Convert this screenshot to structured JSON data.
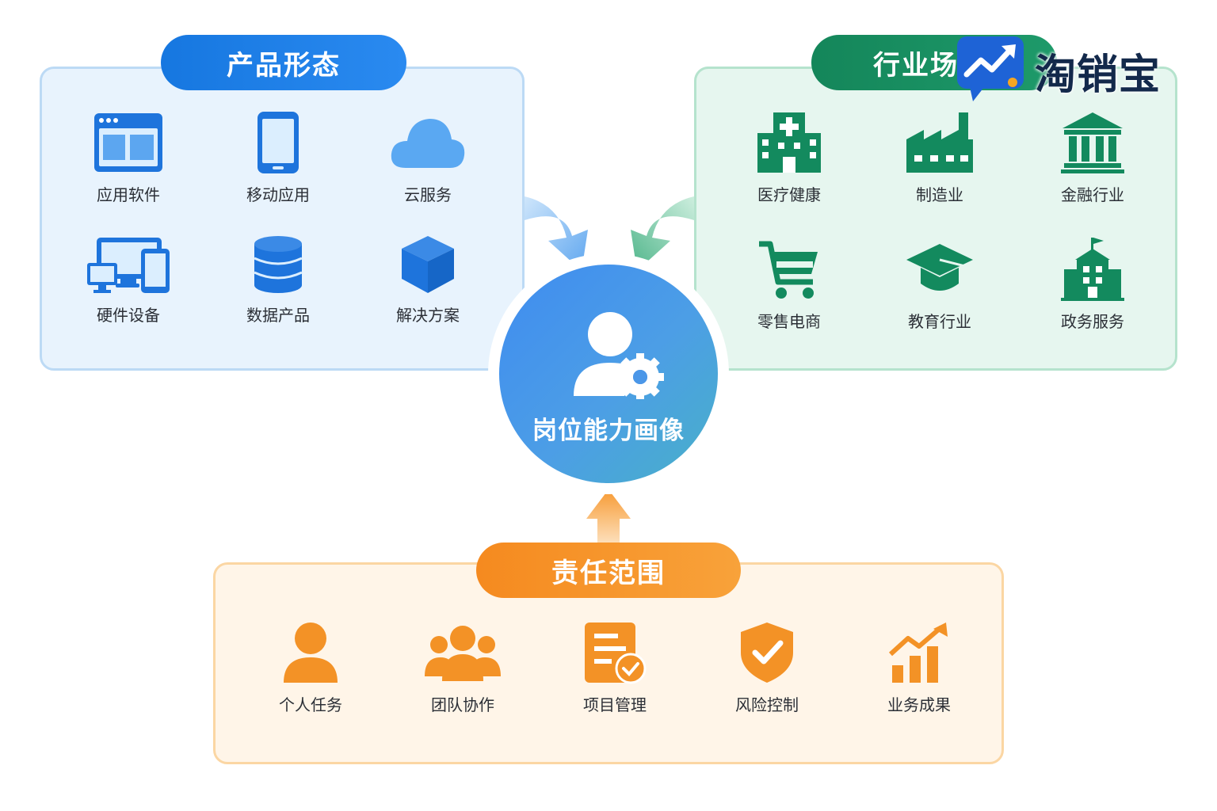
{
  "product": {
    "title": "产品形态",
    "items": [
      {
        "label": "应用软件",
        "icon": "app-window-icon"
      },
      {
        "label": "移动应用",
        "icon": "smartphone-icon"
      },
      {
        "label": "云服务",
        "icon": "cloud-icon"
      },
      {
        "label": "硬件设备",
        "icon": "devices-icon"
      },
      {
        "label": "数据产品",
        "icon": "database-icon"
      },
      {
        "label": "解决方案",
        "icon": "cube-icon"
      }
    ]
  },
  "industry": {
    "title": "行业场景",
    "items": [
      {
        "label": "医疗健康",
        "icon": "hospital-icon"
      },
      {
        "label": "制造业",
        "icon": "factory-icon"
      },
      {
        "label": "金融行业",
        "icon": "bank-icon"
      },
      {
        "label": "零售电商",
        "icon": "cart-icon"
      },
      {
        "label": "教育行业",
        "icon": "graduation-cap-icon"
      },
      {
        "label": "政务服务",
        "icon": "government-building-icon"
      }
    ]
  },
  "center": {
    "label": "岗位能力画像",
    "icon": "user-gear-icon"
  },
  "responsibility": {
    "title": "责任范围",
    "items": [
      {
        "label": "个人任务",
        "icon": "person-icon"
      },
      {
        "label": "团队协作",
        "icon": "team-icon"
      },
      {
        "label": "项目管理",
        "icon": "checklist-icon"
      },
      {
        "label": "风险控制",
        "icon": "shield-check-icon"
      },
      {
        "label": "业务成果",
        "icon": "growth-chart-icon"
      }
    ]
  },
  "brand": {
    "name": "淘销宝",
    "icon": "trend-chat-icon"
  },
  "colors": {
    "blue": "#1677e0",
    "green": "#14865a",
    "orange": "#f58a1f",
    "hub": "#3f8cf0"
  }
}
